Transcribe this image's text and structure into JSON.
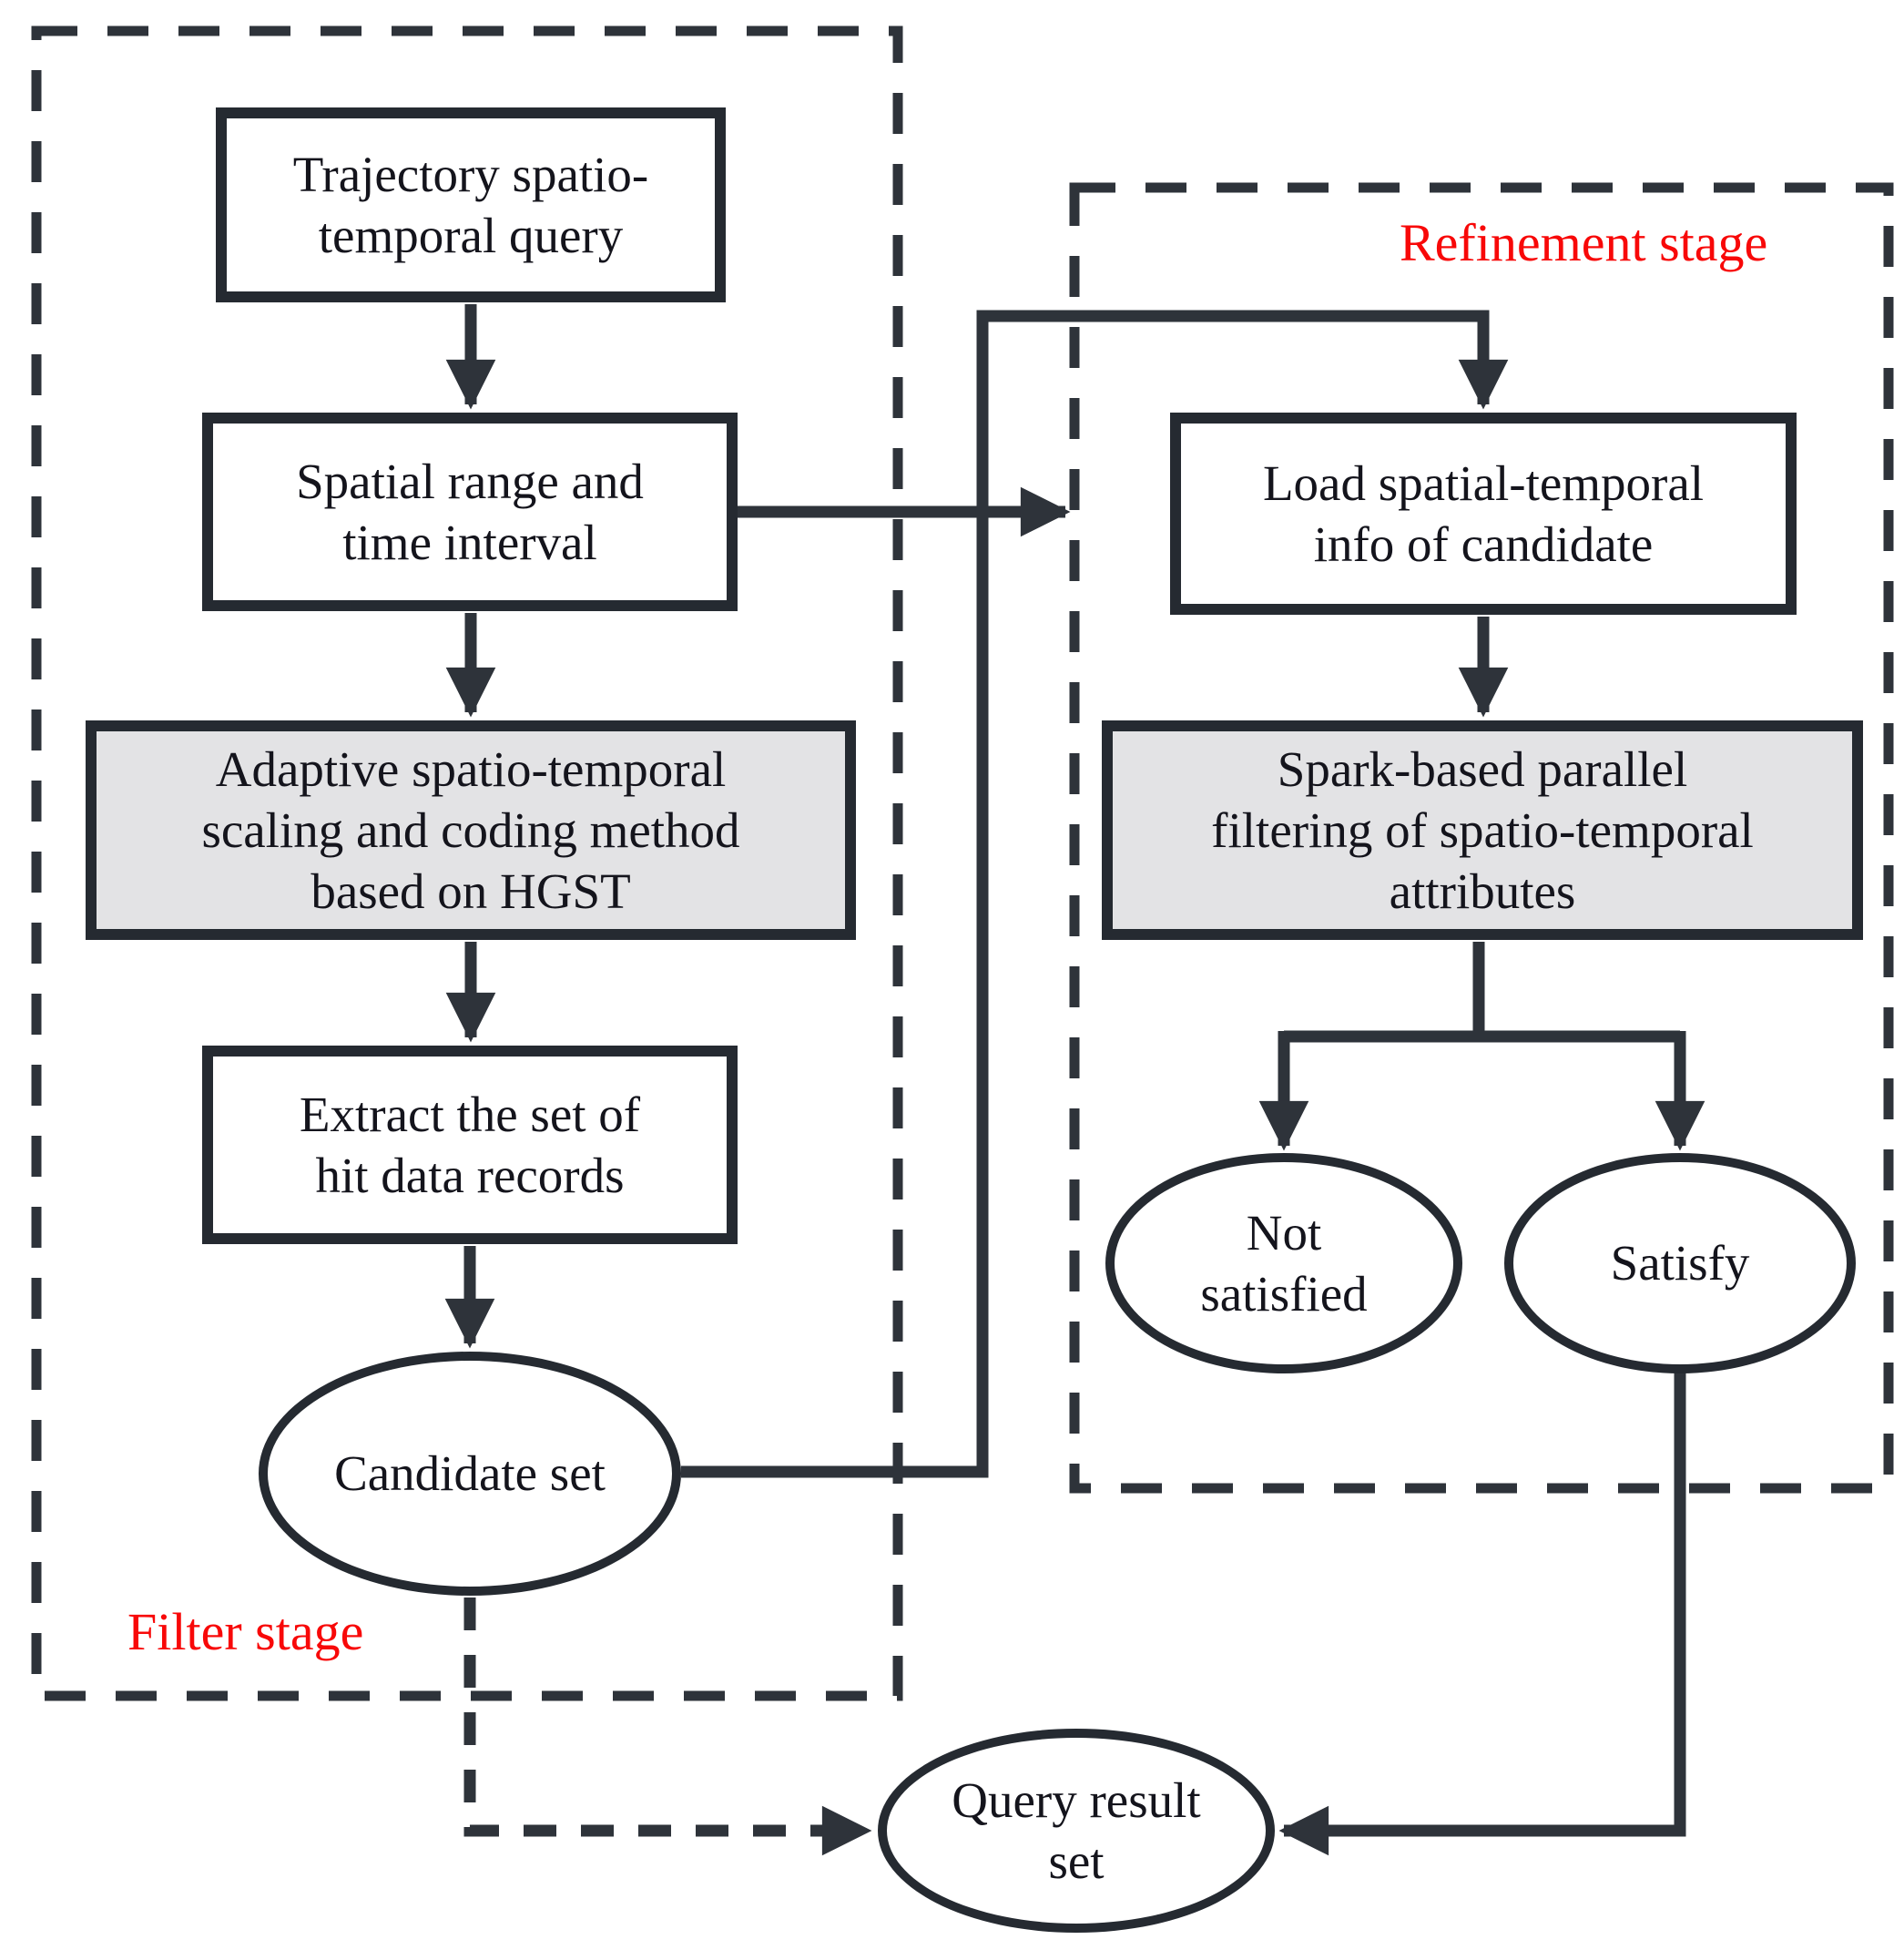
{
  "diagram": {
    "type": "flowchart",
    "stages": [
      {
        "id": "filter",
        "label": "Filter stage"
      },
      {
        "id": "refinement",
        "label": "Refinement stage"
      }
    ],
    "nodes": [
      {
        "id": "trajectory-query",
        "shape": "rect",
        "stage": "filter",
        "lines": [
          "Trajectory spatio-",
          "temporal query"
        ]
      },
      {
        "id": "spatial-range",
        "shape": "rect",
        "stage": "filter",
        "lines": [
          "Spatial range and",
          "time interval"
        ]
      },
      {
        "id": "adaptive-coding",
        "shape": "rect",
        "stage": "filter",
        "highlighted": true,
        "lines": [
          "Adaptive spatio-temporal",
          "scaling and coding method",
          "based on HGST"
        ]
      },
      {
        "id": "extract-hits",
        "shape": "rect",
        "stage": "filter",
        "lines": [
          "Extract the set of",
          "hit data records"
        ]
      },
      {
        "id": "candidate-set",
        "shape": "ellipse",
        "stage": "filter",
        "lines": [
          "Candidate set"
        ]
      },
      {
        "id": "load-info",
        "shape": "rect",
        "stage": "refinement",
        "lines": [
          "Load spatial-temporal",
          "info of candidate"
        ]
      },
      {
        "id": "spark-filtering",
        "shape": "rect",
        "stage": "refinement",
        "highlighted": true,
        "lines": [
          "Spark-based parallel",
          "filtering of spatio-temporal",
          "attributes"
        ]
      },
      {
        "id": "not-satisfied",
        "shape": "ellipse",
        "stage": "refinement",
        "lines": [
          "Not",
          "satisfied"
        ]
      },
      {
        "id": "satisfy",
        "shape": "ellipse",
        "stage": "refinement",
        "lines": [
          "Satisfy"
        ]
      },
      {
        "id": "query-result-set",
        "shape": "ellipse",
        "stage": "",
        "lines": [
          "Query result",
          "set"
        ]
      }
    ],
    "edges": [
      {
        "from": "trajectory-query",
        "to": "spatial-range",
        "style": "solid"
      },
      {
        "from": "spatial-range",
        "to": "adaptive-coding",
        "style": "solid"
      },
      {
        "from": "adaptive-coding",
        "to": "extract-hits",
        "style": "solid"
      },
      {
        "from": "extract-hits",
        "to": "candidate-set",
        "style": "solid"
      },
      {
        "from": "spatial-range",
        "to": "refinement-stage",
        "style": "solid"
      },
      {
        "from": "candidate-set",
        "to": "load-info",
        "style": "solid"
      },
      {
        "from": "load-info",
        "to": "spark-filtering",
        "style": "solid"
      },
      {
        "from": "spark-filtering",
        "to": "not-satisfied",
        "style": "solid"
      },
      {
        "from": "spark-filtering",
        "to": "satisfy",
        "style": "solid"
      },
      {
        "from": "satisfy",
        "to": "query-result-set",
        "style": "solid"
      },
      {
        "from": "candidate-set",
        "to": "query-result-set",
        "style": "dashed"
      }
    ],
    "colors": {
      "line": "#2e333a",
      "node_border": "#252a31",
      "node_fill": "#ffffff",
      "highlight_fill": "#e3e3e5",
      "text": "#14141c",
      "stage_label": "#f80808",
      "background": "#ffffff"
    }
  }
}
